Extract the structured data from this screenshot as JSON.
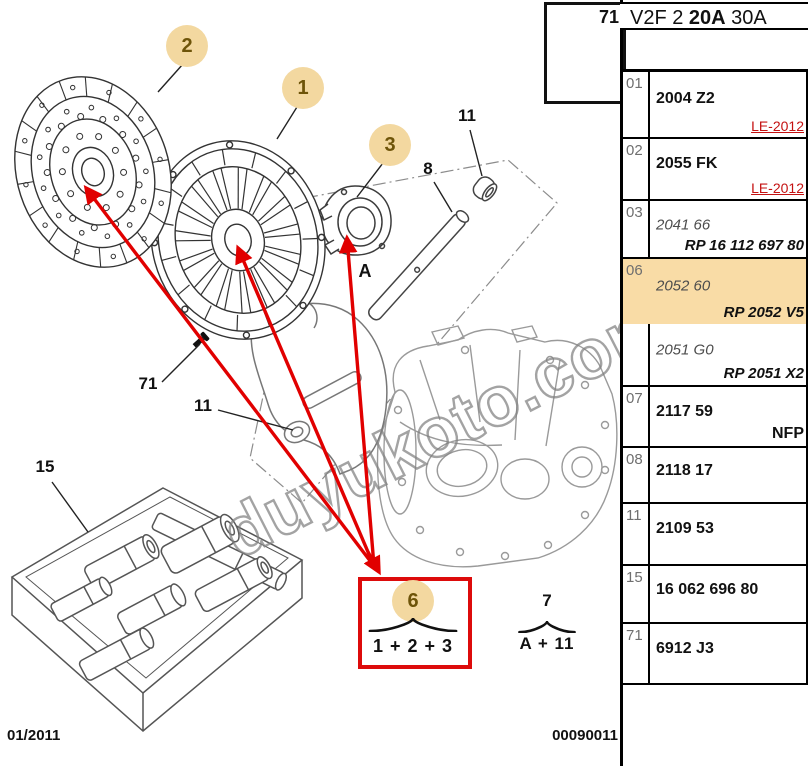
{
  "header": {
    "code_prefix": "V2F 2 ",
    "code_bold": "20A",
    "code_suffix": " 30A"
  },
  "screw_box": {
    "label": "71"
  },
  "parts_table": {
    "rows": [
      {
        "ref": "01",
        "part": "2004 Z2",
        "part_style": "bold",
        "note": "LE-2012",
        "note_style": "red",
        "highlight": false,
        "border_bottom": true
      },
      {
        "ref": "02",
        "part": "2055 FK",
        "part_style": "bold",
        "note": "LE-2012",
        "note_style": "red",
        "highlight": false,
        "border_bottom": true
      },
      {
        "ref": "03",
        "part": "2041 66",
        "part_style": "italic",
        "note": "RP 16 112 697 80",
        "note_style": "bold-italic",
        "highlight": false,
        "border_bottom": true
      },
      {
        "ref": "06",
        "part": "2052 60",
        "part_style": "italic",
        "note": "RP 2052 V5",
        "note_style": "bold-italic",
        "highlight": true,
        "border_bottom": false
      },
      {
        "ref": "",
        "part": "2051 G0",
        "part_style": "italic",
        "note": "RP 2051 X2",
        "note_style": "bold-italic",
        "highlight": false,
        "border_bottom": true
      },
      {
        "ref": "07",
        "part": "2117 59",
        "part_style": "bold",
        "note": "NFP",
        "note_style": "bold",
        "highlight": false,
        "border_bottom": true
      },
      {
        "ref": "08",
        "part": "2118 17",
        "part_style": "bold",
        "note": "",
        "note_style": "",
        "highlight": false,
        "border_bottom": true
      },
      {
        "ref": "11",
        "part": "2109 53",
        "part_style": "bold",
        "note": "",
        "note_style": "",
        "highlight": false,
        "border_bottom": true
      },
      {
        "ref": "15",
        "part": "16 062 696 80",
        "part_style": "bold",
        "note": "",
        "note_style": "",
        "highlight": false,
        "border_bottom": true
      },
      {
        "ref": "71",
        "part": "6912 J3",
        "part_style": "bold",
        "note": "",
        "note_style": "",
        "highlight": false,
        "border_bottom": true
      }
    ]
  },
  "diagram": {
    "callout_1": "1",
    "callout_2": "2",
    "callout_3": "3",
    "callout_6": "6",
    "label_7": "7",
    "label_8": "8",
    "label_11_top": "11",
    "label_11_mid": "11",
    "label_15": "15",
    "label_71": "71",
    "label_A": "A",
    "formula_123": "1 + 2 + 3",
    "formula_A11": "A + 11",
    "watermark": "duyukoto.com"
  },
  "footer": {
    "date": "01/2011",
    "doc_number": "00090011"
  },
  "colors": {
    "arrow_red": "#e10000",
    "box_red": "#dd0b0b",
    "badge_tan": "#f3d8a0",
    "row_highlight": "#f9dca6",
    "link_red": "#c41111"
  }
}
